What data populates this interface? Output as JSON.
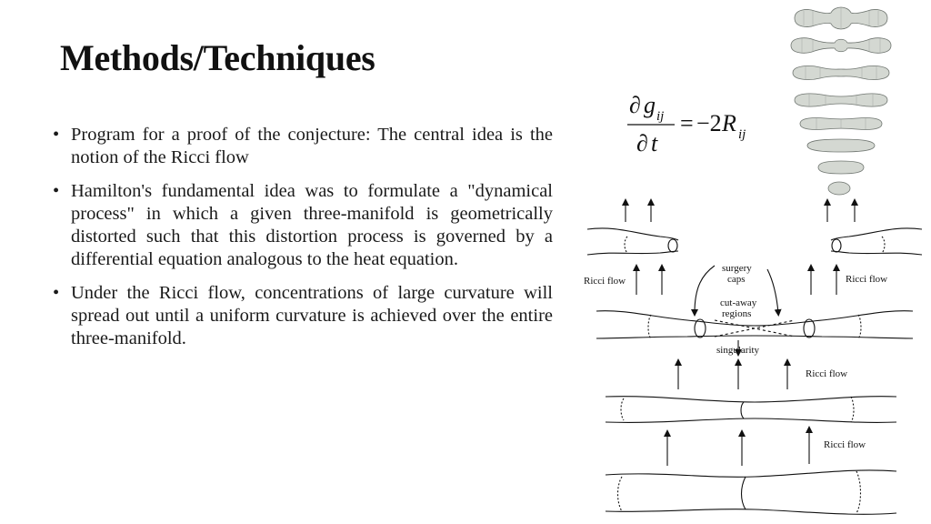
{
  "slide": {
    "title": "Methods/Techniques",
    "bullets": [
      "Program for a proof of the conjecture: The central idea is the notion of the Ricci flow",
      "Hamilton's fundamental idea was to formulate a \"dynamical process\" in which a given three-manifold is geometrically distorted such that this distortion process is governed by a differential equation analogous to the heat equation.",
      "Under the Ricci flow, concentrations of large curvature will spread out until a uniform curvature is achieved over the entire three-manifold."
    ],
    "bullet_symbol": "•"
  },
  "equation": {
    "partial": "∂",
    "g": "g",
    "ij_top": "ij",
    "t": "t",
    "equals": "=",
    "minus_two": "−2",
    "R": "R",
    "ij_right": "ij"
  },
  "diagram": {
    "labels": {
      "ricci_flow_left": "Ricci flow",
      "ricci_flow_right": "Ricci flow",
      "ricci_flow_mid": "Ricci flow",
      "ricci_flow_low": "Ricci flow",
      "surgery": "surgery",
      "caps": "caps",
      "cut_away": "cut-away",
      "regions": "regions",
      "singularity": "singularity"
    }
  },
  "colors": {
    "text": "#1a1a1a",
    "blob_fill": "#d4d8d2",
    "blob_stroke": "#6f7570"
  }
}
